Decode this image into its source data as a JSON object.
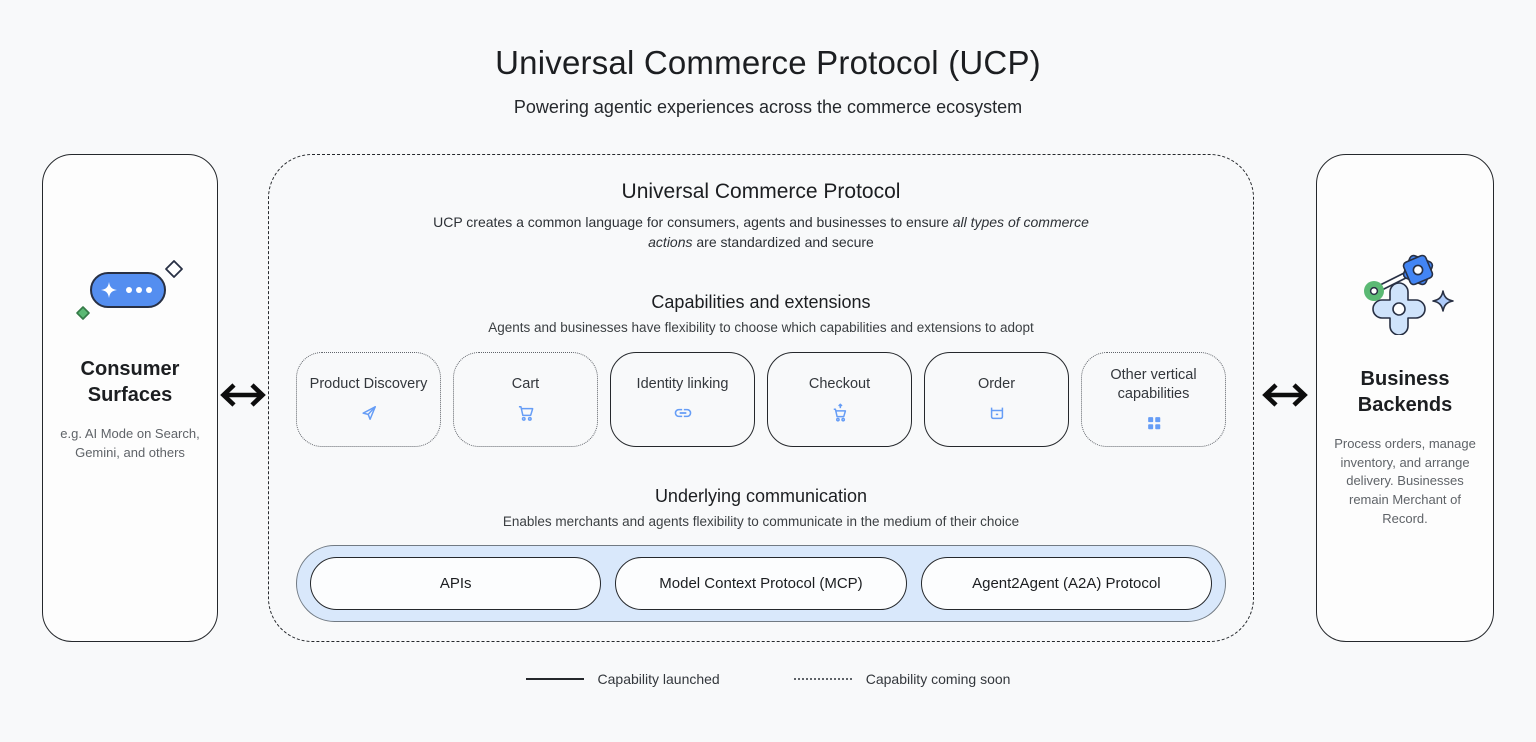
{
  "page": {
    "title": "Universal Commerce Protocol (UCP)",
    "subtitle": "Powering agentic experiences across the commerce ecosystem"
  },
  "consumer_surfaces": {
    "title": "Consumer Surfaces",
    "description": "e.g. AI Mode on Search, Gemini, and others",
    "icon": "chat-sparkle-icon"
  },
  "business_backends": {
    "title": "Business Backends",
    "description": "Process orders, manage inventory, and arrange delivery. Businesses remain Merchant of Record.",
    "icon": "gear-automation-icon"
  },
  "ucp_panel": {
    "title": "Universal Commerce Protocol",
    "description_part1": "UCP creates a common language for consumers, agents and businesses to ensure ",
    "description_italic": "all types of commerce actions",
    "description_part2": " are standardized and secure",
    "capabilities_section": {
      "title": "Capabilities and extensions",
      "subtitle": "Agents and businesses have flexibility to choose which capabilities and extensions to adopt",
      "items": [
        {
          "label": "Product Discovery",
          "icon": "send-icon",
          "status": "coming-soon"
        },
        {
          "label": "Cart",
          "icon": "cart-icon",
          "status": "coming-soon"
        },
        {
          "label": "Identity linking",
          "icon": "link-icon",
          "status": "launched"
        },
        {
          "label": "Checkout",
          "icon": "cart-checkout-icon",
          "status": "launched"
        },
        {
          "label": "Order",
          "icon": "order-box-icon",
          "status": "launched"
        },
        {
          "label": "Other vertical capabilities",
          "icon": "grid-icon",
          "status": "coming-soon"
        }
      ]
    },
    "communication_section": {
      "title": "Underlying communication",
      "subtitle": "Enables merchants and agents flexibility to communicate in the medium of their choice",
      "protocols": [
        "APIs",
        "Model Context Protocol (MCP)",
        "Agent2Agent (A2A) Protocol"
      ]
    }
  },
  "legend": {
    "launched_label": "Capability launched",
    "coming_soon_label": "Capability coming soon"
  },
  "colors": {
    "background": "#f8f9fa",
    "accent_blue": "#4285f4",
    "light_blue_icon": "#669df6",
    "comm_container_fill": "#d9e8fb",
    "green": "#5bb974",
    "text_primary": "#202124",
    "text_secondary": "#5f6368"
  }
}
